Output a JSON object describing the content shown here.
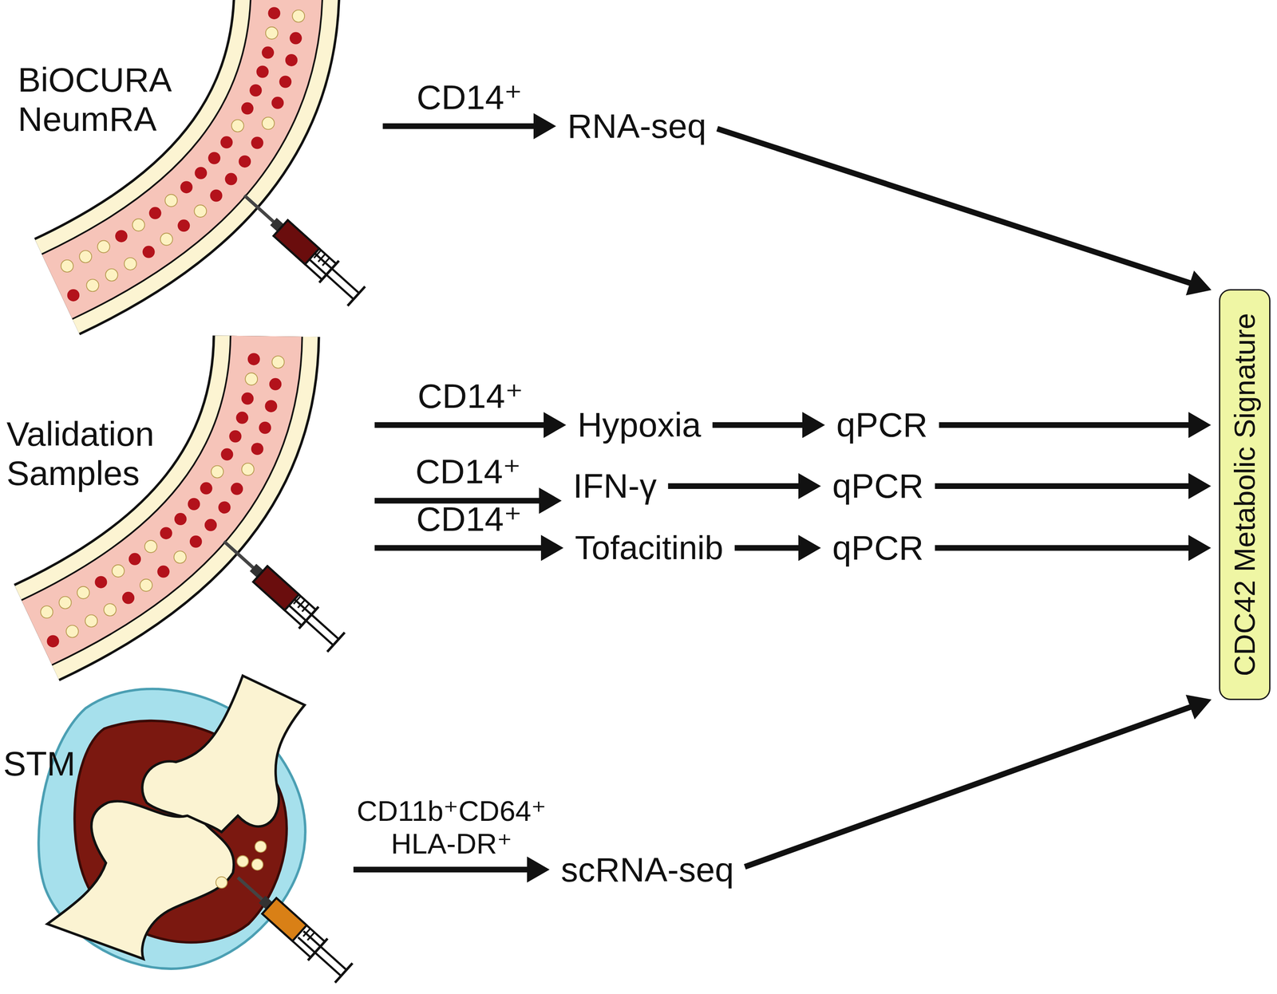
{
  "diagram": {
    "nodes": [
      {
        "text": [
          "BiOCURA NeumRA"
        ]
      },
      {
        "text": [
          "RNA-seq"
        ]
      },
      {
        "text": [
          "Validation Samples"
        ]
      },
      {
        "text": [
          "Hypoxia"
        ]
      },
      {
        "text": [
          "qPCR"
        ]
      },
      {
        "text": [
          "IFN-γ"
        ]
      },
      {
        "text": [
          "qPCR"
        ]
      },
      {
        "text": [
          "Tofacitinib"
        ]
      },
      {
        "text": [
          "qPCR"
        ]
      },
      {
        "text": [
          "STM"
        ]
      },
      {
        "text": [
          "scRNA-seq"
        ]
      },
      {
        "text": [
          "CDC42 Metabolic Signature"
        ]
      }
    ],
    "edges": [
      {
        "from": 0,
        "to": 1,
        "arrow": "to",
        "label": "CD14⁺"
      },
      {
        "from": 1,
        "to": 11,
        "arrow": "to"
      },
      {
        "from": 2,
        "to": 3,
        "arrow": "to",
        "label": "CD14⁺"
      },
      {
        "from": 3,
        "to": 4,
        "arrow": "to"
      },
      {
        "from": 4,
        "to": 11,
        "arrow": "to"
      },
      {
        "from": 2,
        "to": 5,
        "arrow": "to",
        "label": "CD14⁺"
      },
      {
        "from": 5,
        "to": 6,
        "arrow": "to"
      },
      {
        "from": 6,
        "to": 11,
        "arrow": "to"
      },
      {
        "from": 2,
        "to": 7,
        "arrow": "to",
        "label": "CD14⁺"
      },
      {
        "from": 7,
        "to": 8,
        "arrow": "to"
      },
      {
        "from": 8,
        "to": 11,
        "arrow": "to"
      },
      {
        "from": 9,
        "to": 10,
        "arrow": "to",
        "label": "CD11b⁺CD64⁺ HLA-DR⁺"
      },
      {
        "from": 10,
        "to": 11,
        "arrow": "to"
      }
    ]
  }
}
